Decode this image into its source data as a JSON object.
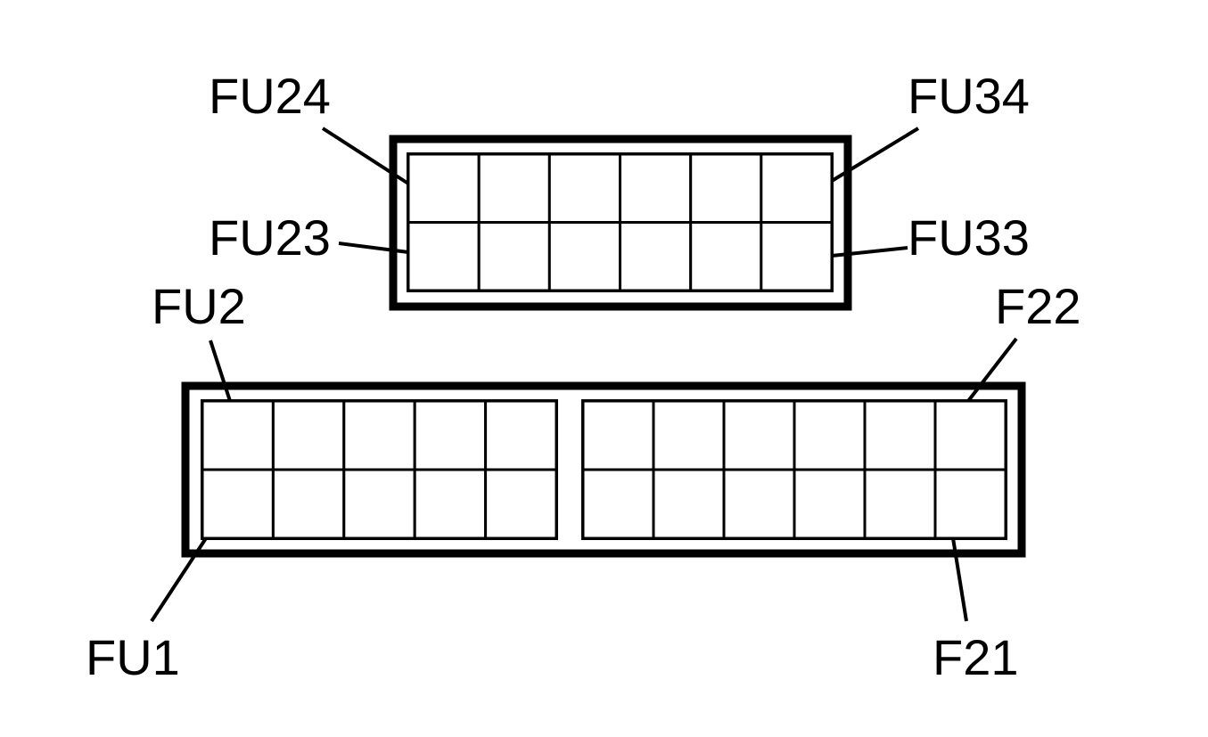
{
  "labels": {
    "fu24": "FU24",
    "fu23": "FU23",
    "fu34": "FU34",
    "fu33": "FU33",
    "fu2": "FU2",
    "fu1": "FU1",
    "f22": "F22",
    "f21": "F21"
  },
  "blocks": {
    "upper": {
      "columns": 6,
      "rows": 2
    },
    "lower_left": {
      "columns": 5,
      "rows": 2
    },
    "lower_right": {
      "columns": 6,
      "rows": 2
    }
  },
  "colors": {
    "line": "#000000",
    "background": "#ffffff"
  }
}
